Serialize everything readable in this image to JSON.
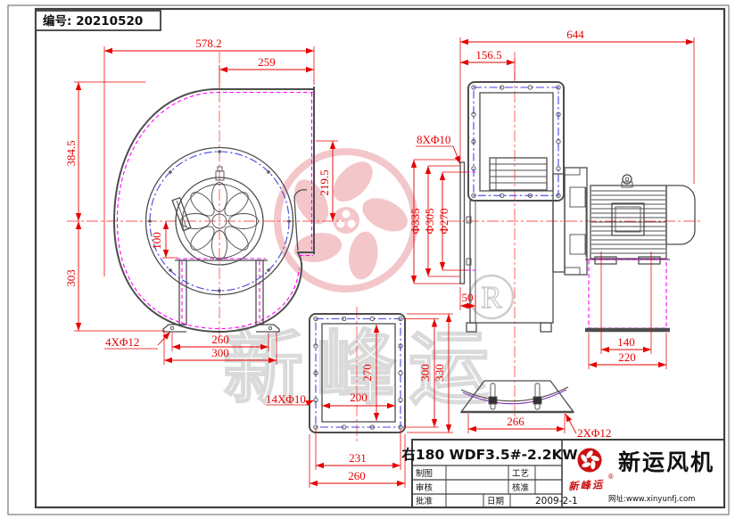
{
  "sheet": {
    "serial": "编号: 20210520"
  },
  "views": {
    "front": {
      "dims": {
        "total_width": "578.2",
        "outlet_offset": "259",
        "height_above_center": "384.5",
        "height_below_center": "303",
        "outlet_height": "219.5",
        "center_to_base": "100",
        "base_holes": "4XΦ12",
        "base_hole_spacing": "260",
        "base_width": "300"
      }
    },
    "outlet_flange": {
      "dims": {
        "holes": "14XΦ10",
        "opening_width": "200",
        "opening_height": "270",
        "bolt_span_height": "300",
        "outer_height": "330",
        "bolt_span_width": "231",
        "outer_width": "260"
      }
    },
    "side": {
      "dims": {
        "total_length": "644",
        "outlet_center_offset": "156.5",
        "inlet_holes": "8XΦ10",
        "inlet_flange_diameter": "Φ335",
        "inlet_bolt_circle": "Φ305",
        "inlet_diameter": "Φ270",
        "inlet_depth": "50",
        "motor_bolt_spacing": "140",
        "motor_base_width": "220",
        "foot_width": "266",
        "foot_holes": "2XΦ12"
      }
    }
  },
  "title_block": {
    "model": "右180 WDF3.5#-2.2KW",
    "drawn_label": "制图",
    "checked_label": "审核",
    "approved_label": "批准",
    "process_label": "工艺",
    "standard_label": "核准",
    "date_label": "日期",
    "date_value": "2009-2-1",
    "company_name": "新运风机",
    "brand_script": "新峰运",
    "registered_mark": "®",
    "website": "网址:www.xinyunfj.com"
  },
  "watermark": {
    "brand_text": "新峰运",
    "registered_mark": "R"
  },
  "colors": {
    "dimension_red": "#e80000",
    "centerline_red": "#ff5555",
    "bolt_circle_blue": "#4646e0",
    "magenta": "#ff00ff",
    "purple": "#8833bb",
    "line_gray": "#4d4d4d",
    "watermark_pink": "#f3c6ca",
    "logo_red": "#cc1111"
  }
}
